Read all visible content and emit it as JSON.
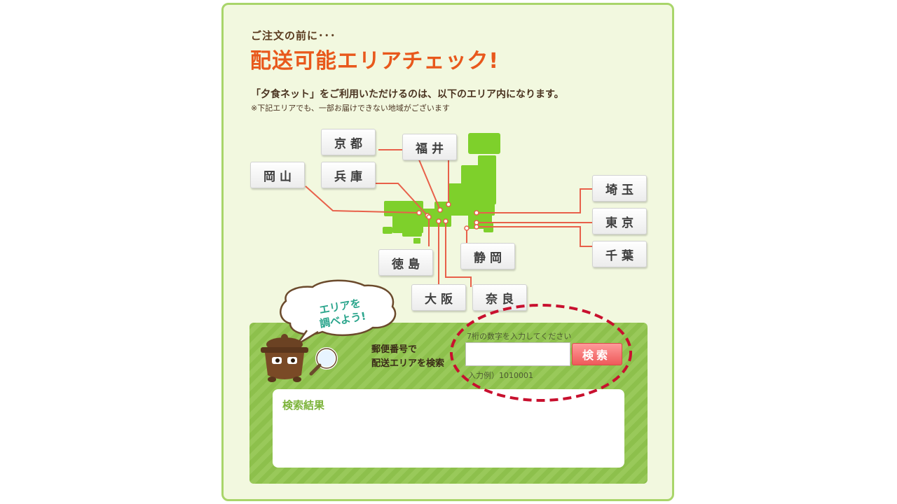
{
  "header": {
    "pre_title": "ご注文の前に･･･",
    "title": "配送可能エリアチェック!",
    "intro": "「夕食ネット」をご利用いただけるのは、以下のエリア内になります。",
    "note": "※下記エリアでも、一部お届けできない地域がございます"
  },
  "map": {
    "prefectures": {
      "kyoto": "京都",
      "fukui": "福井",
      "okayama": "岡山",
      "hyogo": "兵庫",
      "saitama": "埼玉",
      "tokyo": "東京",
      "chiba": "千葉",
      "tokushima": "徳島",
      "shizuoka": "静岡",
      "osaka": "大阪",
      "nara": "奈良"
    },
    "colors": {
      "land": "#7ed02b",
      "leader_line": "#e8604a"
    }
  },
  "search": {
    "mascot_bubble_line1": "エリアを",
    "mascot_bubble_line2": "調べよう!",
    "label_line1": "郵便番号で",
    "label_line2": "配送エリアを検索",
    "hint_top": "7桁の数字を入力してください",
    "input_value": "",
    "button_label": "検索",
    "hint_bottom": "入力例）1010001",
    "results_title": "検索結果"
  },
  "colors": {
    "accent_orange": "#e8581c",
    "panel_green": "#8dc04c",
    "button_red": "#ee5a5a",
    "annotation_red": "#c8102e"
  }
}
